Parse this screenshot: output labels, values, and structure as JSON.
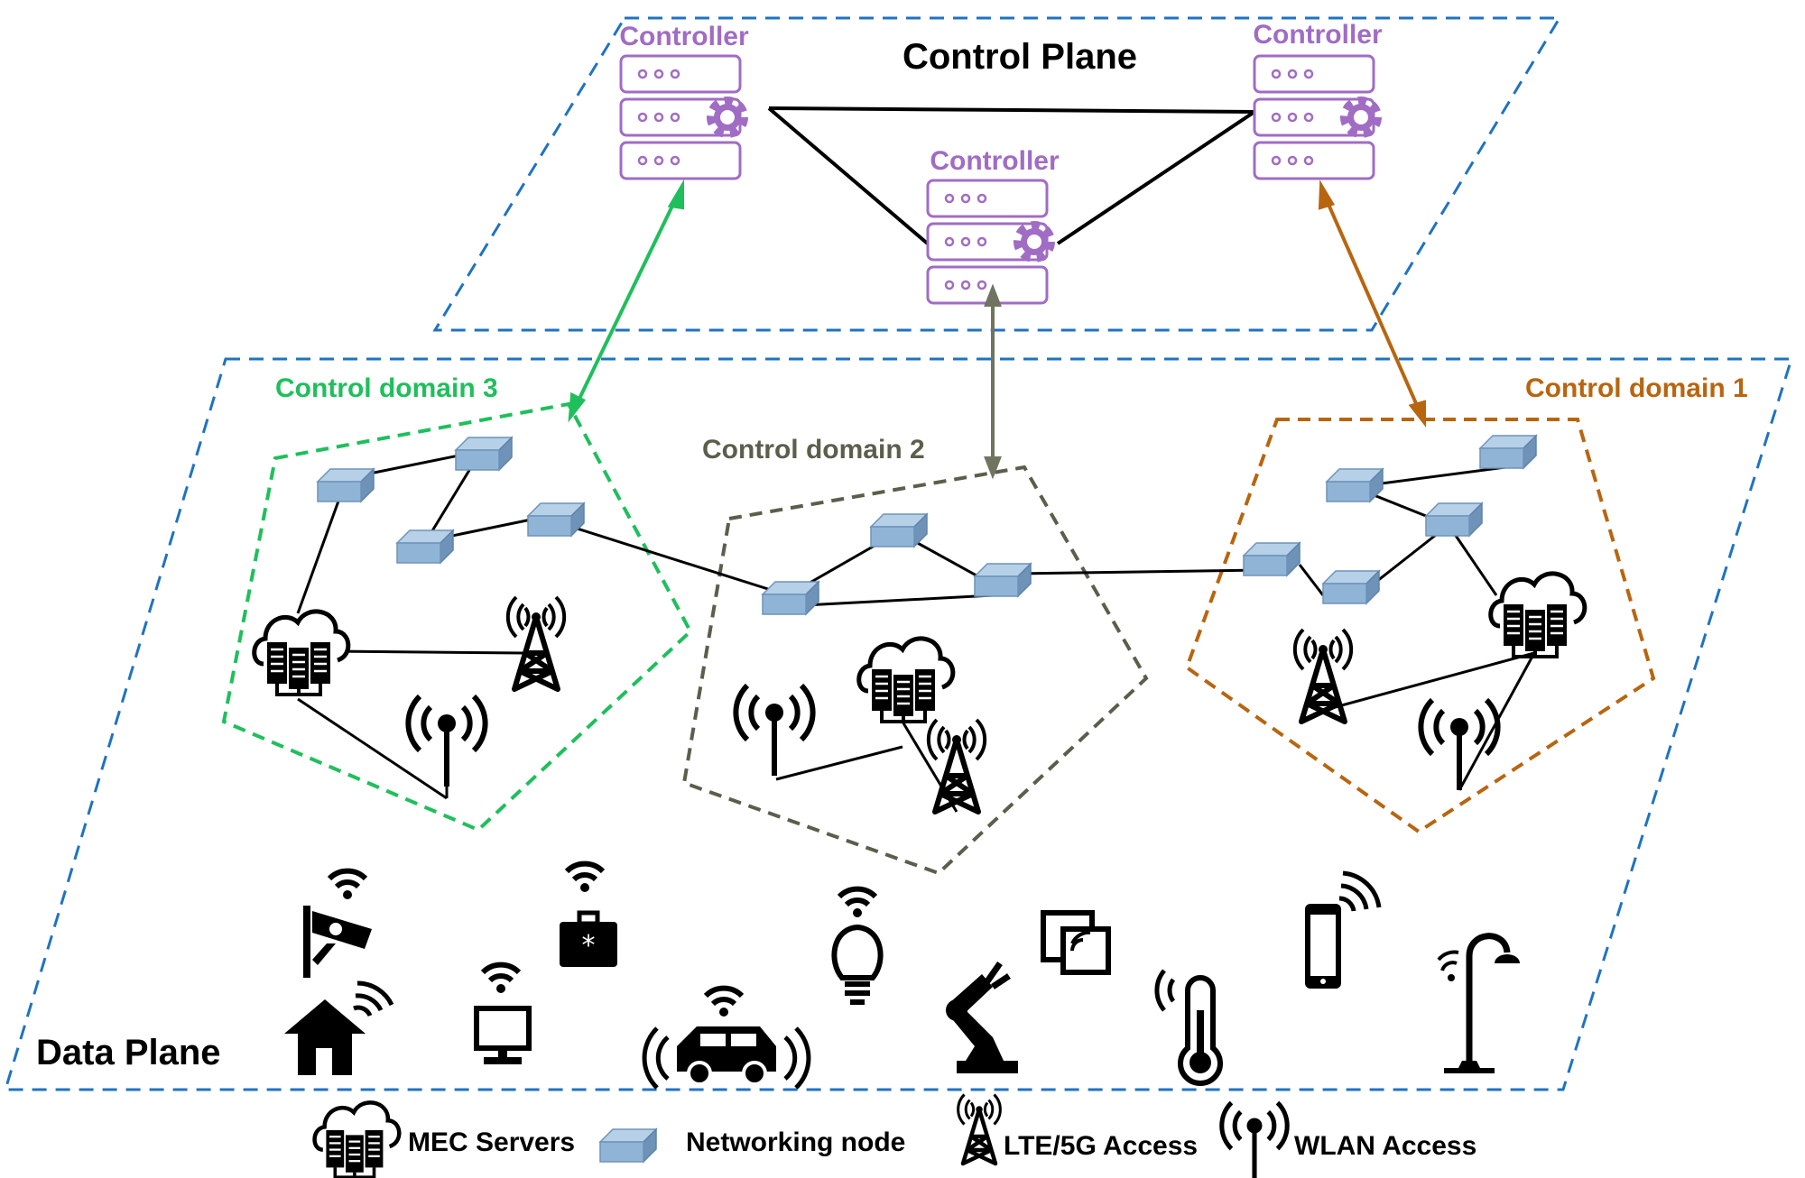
{
  "planes": {
    "control": "Control Plane",
    "data": "Data Plane"
  },
  "controllers": {
    "left": "Controller",
    "center": "Controller",
    "right": "Controller"
  },
  "domains": {
    "d1": "Control domain 1",
    "d2": "Control domain 2",
    "d3": "Control domain 3"
  },
  "legend": {
    "mec": "MEC Servers",
    "node": "Networking node",
    "lte": "LTE/5G Access",
    "wlan": "WLAN Access"
  },
  "colors": {
    "plane_border": "#1f73c0",
    "controller": "#a06cc4",
    "domain1": "#b8650f",
    "domain2": "#5a5e4b",
    "domain3": "#1fbf5c",
    "node_fill": "#8fb4d6"
  }
}
